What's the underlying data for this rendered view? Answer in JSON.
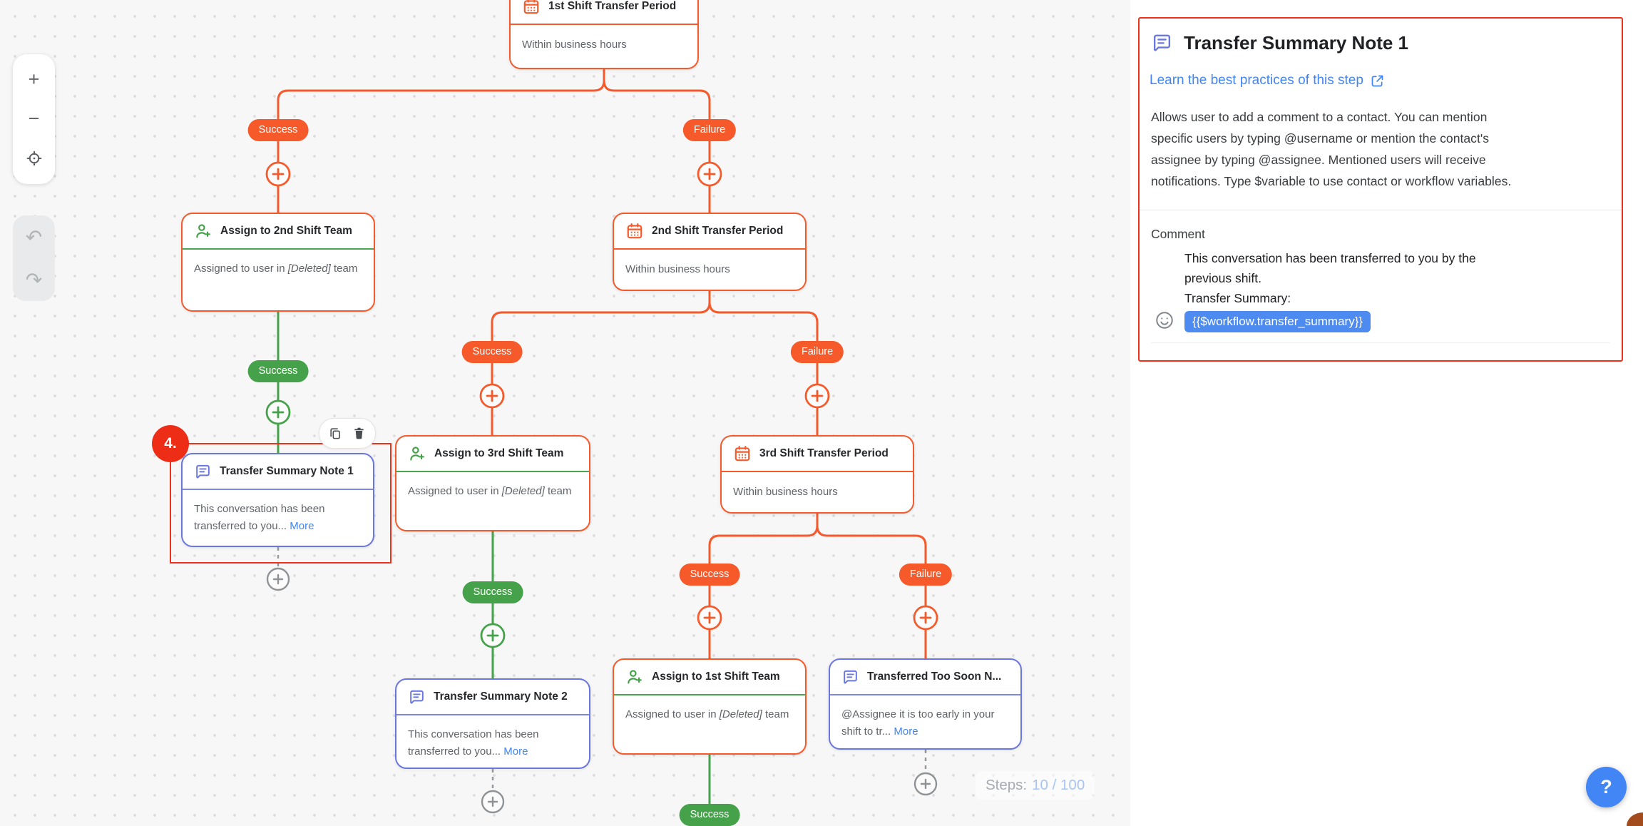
{
  "colors": {
    "accent_orange": "#F65A2B",
    "success_green": "#46A24A",
    "note_blue": "#6B77E0",
    "link_blue": "#4285F4",
    "selection_red": "#F0301C",
    "variable_pill_blue": "#4D8BF0",
    "help_blue": "#4285F4"
  },
  "icons": {
    "zoom_in": "+",
    "zoom_out": "−",
    "undo": "↶",
    "redo": "↷",
    "help": "?"
  },
  "canvas": {
    "badges": {
      "success": "Success",
      "failure": "Failure"
    },
    "more_label": "More",
    "selected_step_number": "4.",
    "steps_counter": {
      "label": "Steps:",
      "value": "10 / 100"
    },
    "nodes": {
      "shift1": {
        "title": "1st Shift Transfer Period",
        "body": "Within business hours"
      },
      "assign2": {
        "title": "Assign to 2nd Shift Team",
        "body_pre": "Assigned to user in ",
        "body_italic": "[Deleted]",
        "body_post": " team"
      },
      "shift2": {
        "title": "2nd Shift Transfer Period",
        "body": "Within business hours"
      },
      "note1": {
        "title": "Transfer Summary Note 1",
        "body": "This conversation has been transferred to you... "
      },
      "assign3": {
        "title": "Assign to 3rd Shift Team",
        "body_pre": "Assigned to user in ",
        "body_italic": "[Deleted]",
        "body_post": " team"
      },
      "shift3": {
        "title": "3rd Shift Transfer Period",
        "body": "Within business hours"
      },
      "note2": {
        "title": "Transfer Summary Note 2",
        "body": "This conversation has been transferred to you... "
      },
      "assign1": {
        "title": "Assign to 1st Shift Team",
        "body_pre": "Assigned to user in ",
        "body_italic": "[Deleted]",
        "body_post": " team"
      },
      "tooSoon": {
        "title": "Transferred Too Soon N...",
        "body": "@Assignee it is too early in your shift to tr... "
      }
    }
  },
  "panel": {
    "title": "Transfer Summary Note 1",
    "link_label": "Learn the best practices of this step",
    "description_lines": [
      "Allows user to add a comment to a contact. You can mention",
      "specific users by typing @username or mention the contact's",
      "assignee by typing @assignee. Mentioned users will receive",
      "notifications. Type $variable to use contact or workflow variables."
    ],
    "comment_label": "Comment",
    "comment_lines": [
      "This conversation has been transferred to you by the",
      "previous shift.",
      "Transfer Summary:"
    ],
    "variable_token": "{{$workflow.transfer_summary}}"
  }
}
